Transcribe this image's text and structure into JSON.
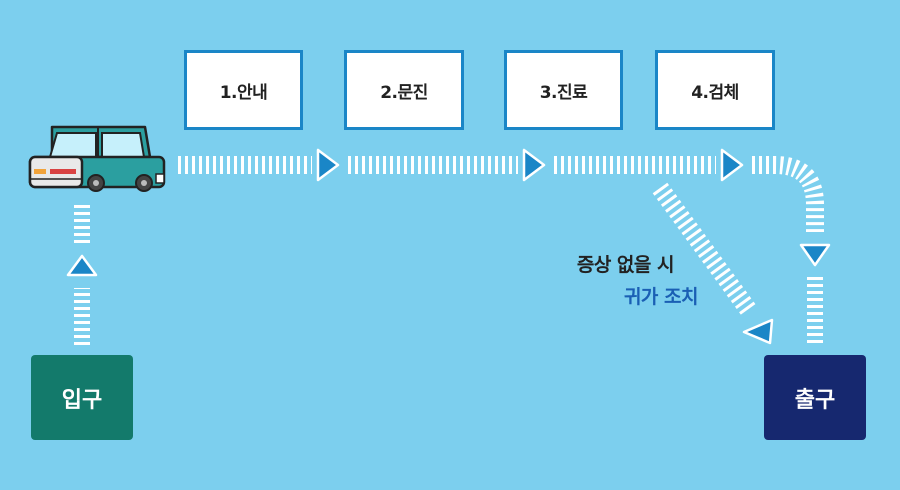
{
  "steps": [
    {
      "label": "1.안내"
    },
    {
      "label": "2.문진"
    },
    {
      "label": "3.진료"
    },
    {
      "label": "4.검체"
    }
  ],
  "entrance": {
    "label": "입구",
    "color": "#137a6b"
  },
  "exit": {
    "label": "출구",
    "color": "#16286f"
  },
  "branch_note": {
    "line1": "증상 없을 시",
    "line2": "귀가 조치",
    "line1_color": "#222222",
    "line2_color": "#1a5fb4"
  },
  "colors": {
    "background": "#7ccfee",
    "box_border": "#1a86c7",
    "arrow": "#1a86c7",
    "dashes": "#ffffff"
  },
  "icons": {
    "vehicle": "car-icon"
  }
}
